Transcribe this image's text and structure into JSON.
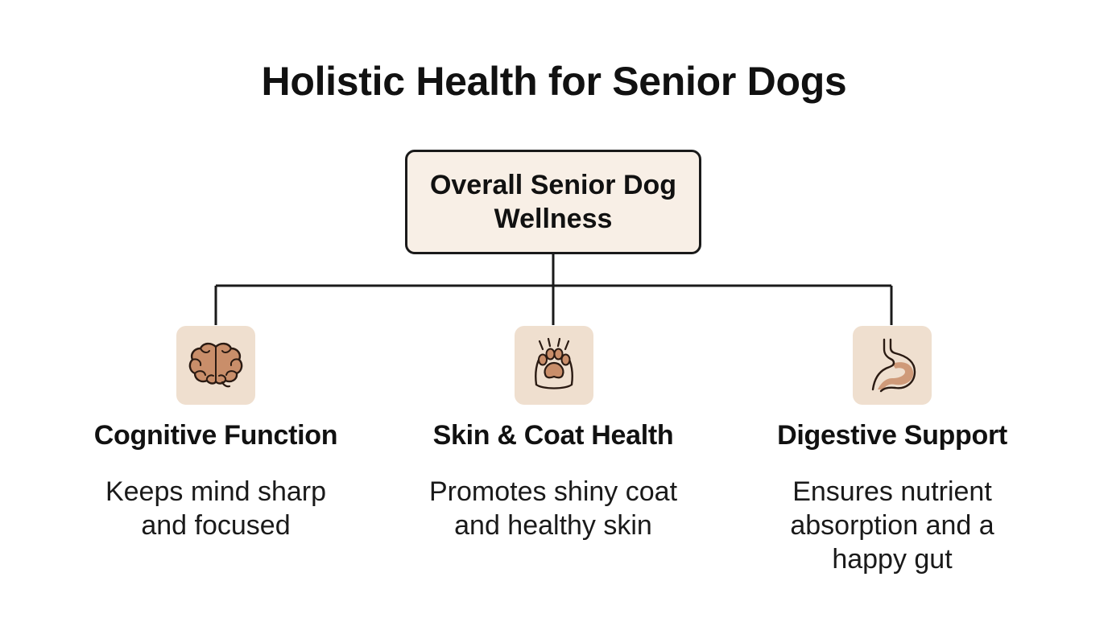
{
  "title": "Holistic Health for Senior Dogs",
  "root": {
    "label": "Overall Senior Dog Wellness"
  },
  "colors": {
    "root_fill": "#f8efe6",
    "tile_fill": "#efdfcf",
    "icon_accent": "#c98e6a",
    "line": "#1a1a1a"
  },
  "branches": [
    {
      "icon": "brain-icon",
      "title": "Cognitive Function",
      "description": "Keeps mind sharp and focused"
    },
    {
      "icon": "paw-icon",
      "title": "Skin & Coat Health",
      "description": "Promotes shiny coat and healthy skin"
    },
    {
      "icon": "stomach-icon",
      "title": "Digestive Support",
      "description": "Ensures nutrient absorption and a happy gut"
    }
  ]
}
